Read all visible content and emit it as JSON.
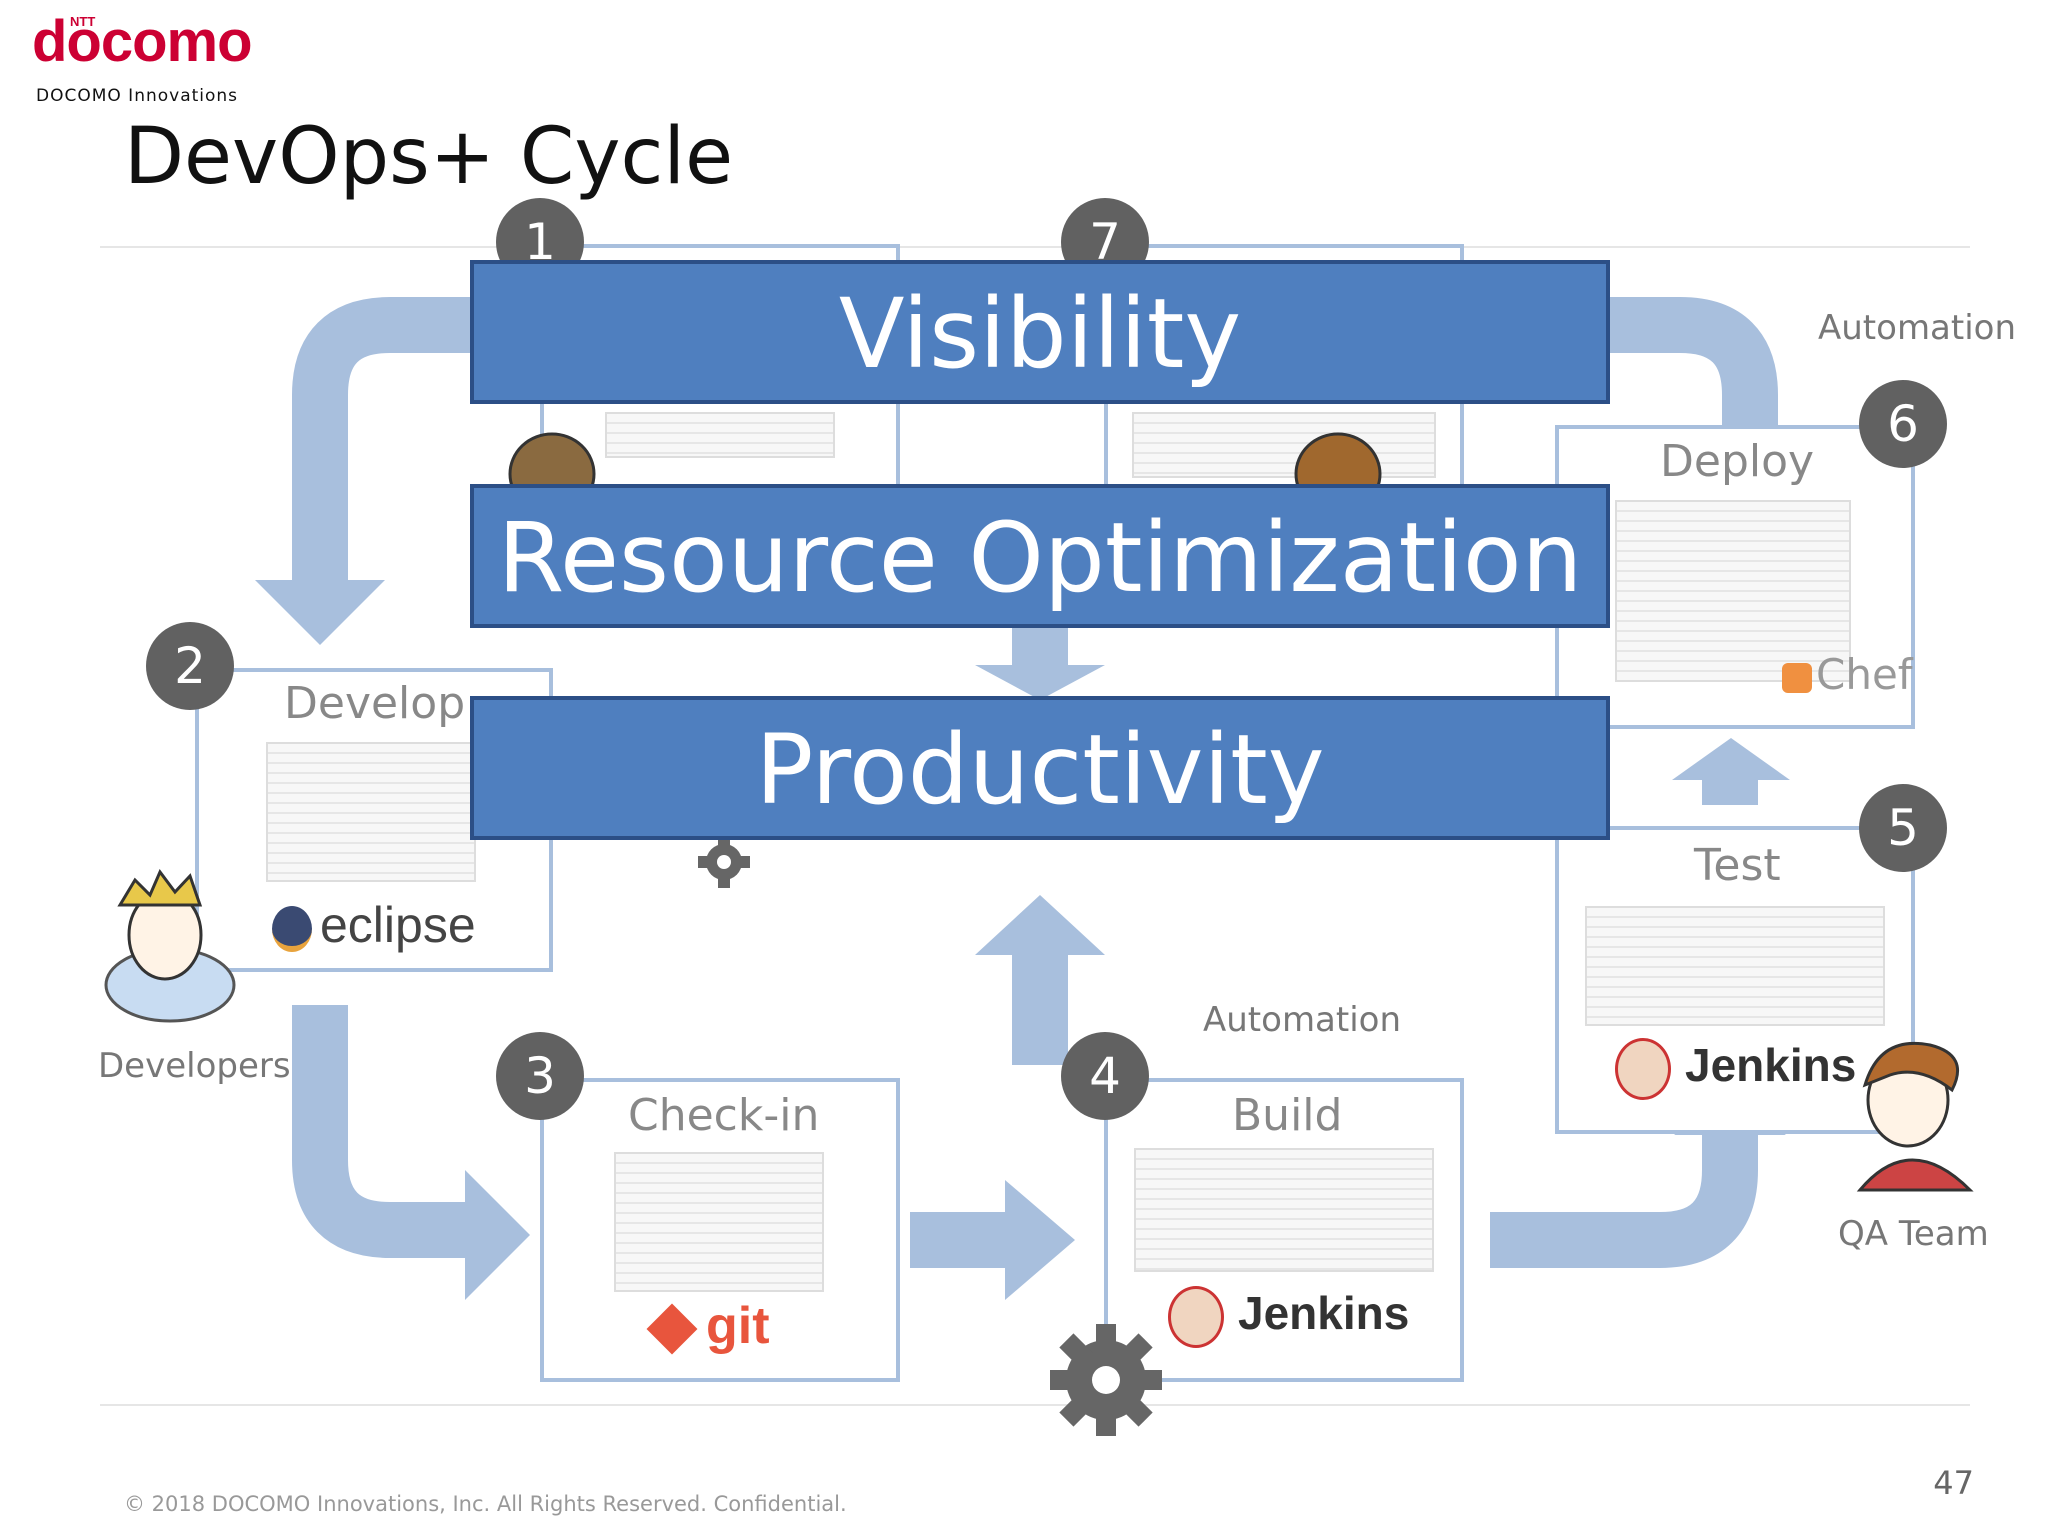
{
  "logo": {
    "brand": "docomo",
    "ntt": "NTT",
    "subtitle": "DOCOMO Innovations"
  },
  "title": "DevOps+ Cycle",
  "steps": [
    {
      "number": "1",
      "title": ""
    },
    {
      "number": "2",
      "title": "Develop",
      "tool": "eclipse"
    },
    {
      "number": "3",
      "title": "Check-in",
      "tool": "git"
    },
    {
      "number": "4",
      "title": "Build",
      "tool": "Jenkins"
    },
    {
      "number": "5",
      "title": "Test",
      "tool": "Jenkins"
    },
    {
      "number": "6",
      "title": "Deploy",
      "tool": "Chef"
    },
    {
      "number": "7",
      "title": ""
    }
  ],
  "labels": {
    "automation_top": "Automation",
    "automation_bottom": "Automation",
    "developers": "Developers",
    "qa_team": "QA Team"
  },
  "banners": [
    "Visibility",
    "Resource Optimization",
    "Productivity"
  ],
  "footer": "© 2018 DOCOMO Innovations, Inc. All Rights Reserved. Confidential.",
  "page_number": "47",
  "colors": {
    "brand": "#cc0033",
    "banner_fill": "#4f7fbf",
    "banner_border": "#2c4f86",
    "arrow": "#a8bfdd",
    "step_circle": "#616161"
  }
}
